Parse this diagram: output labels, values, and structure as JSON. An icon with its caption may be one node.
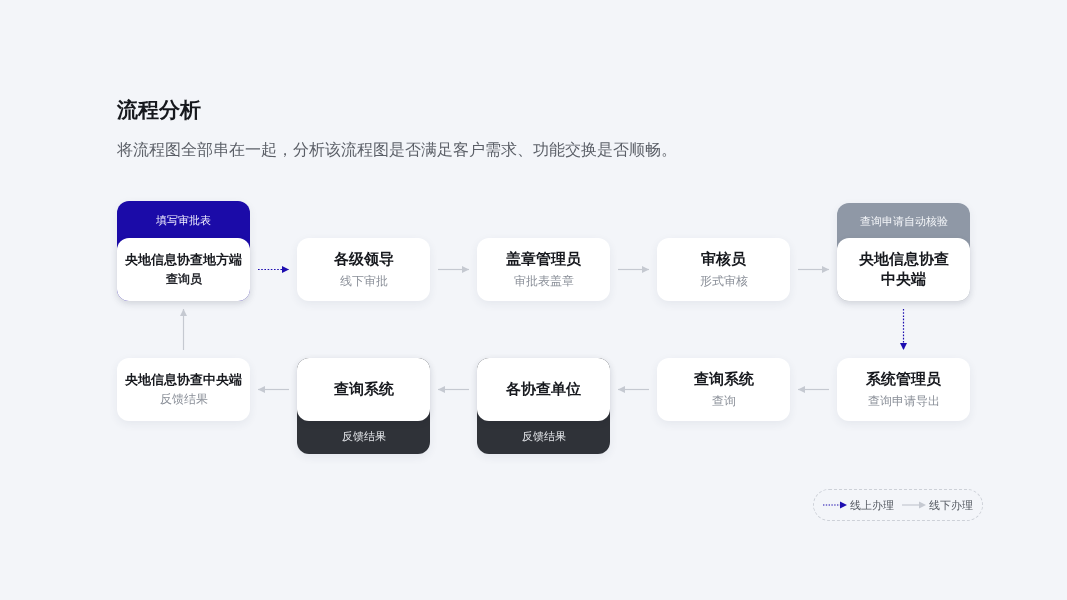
{
  "diagram": {
    "title": "流程分析",
    "nodes": [
      {
        "text": [
          "填写审批表",
          "央地信息协查地方端",
          "查询员"
        ]
      },
      {
        "text": [
          "各级领导",
          "线下审批"
        ]
      },
      {
        "text": [
          "盖章管理员",
          "审批表盖章"
        ]
      },
      {
        "text": [
          "审核员",
          "形式审核"
        ]
      },
      {
        "text": [
          "查询申请自动核验",
          "央地信息协查中央端"
        ]
      },
      {
        "text": [
          "央地信息协查中央端",
          "反馈结果"
        ]
      },
      {
        "text": [
          "查询系统",
          "反馈结果"
        ]
      },
      {
        "text": [
          "各协查单位",
          "反馈结果"
        ]
      },
      {
        "text": [
          "查询系统",
          "查询"
        ]
      },
      {
        "text": [
          "系统管理员",
          "查询申请导出"
        ]
      }
    ],
    "edges": [
      {
        "from": 0,
        "to": 1,
        "arrow": "to",
        "style": "dashed",
        "color": "#1d0db0"
      },
      {
        "from": 1,
        "to": 2,
        "arrow": "to"
      },
      {
        "from": 2,
        "to": 3,
        "arrow": "to"
      },
      {
        "from": 3,
        "to": 4,
        "arrow": "to"
      },
      {
        "from": 4,
        "to": 9,
        "arrow": "to",
        "style": "dashed",
        "color": "#1d0db0"
      },
      {
        "from": 9,
        "to": 8,
        "arrow": "to"
      },
      {
        "from": 8,
        "to": 7,
        "arrow": "to"
      },
      {
        "from": 7,
        "to": 6,
        "arrow": "to"
      },
      {
        "from": 6,
        "to": 5,
        "arrow": "to"
      },
      {
        "from": 5,
        "to": 0,
        "arrow": "to"
      }
    ],
    "labels": [
      "将流程图全部串在一起，分析该流程图是否满足客户需求、功能交换是否顺畅。"
    ],
    "legend": [
      {
        "text": "线上办理"
      },
      {
        "text": "线下办理"
      }
    ]
  }
}
